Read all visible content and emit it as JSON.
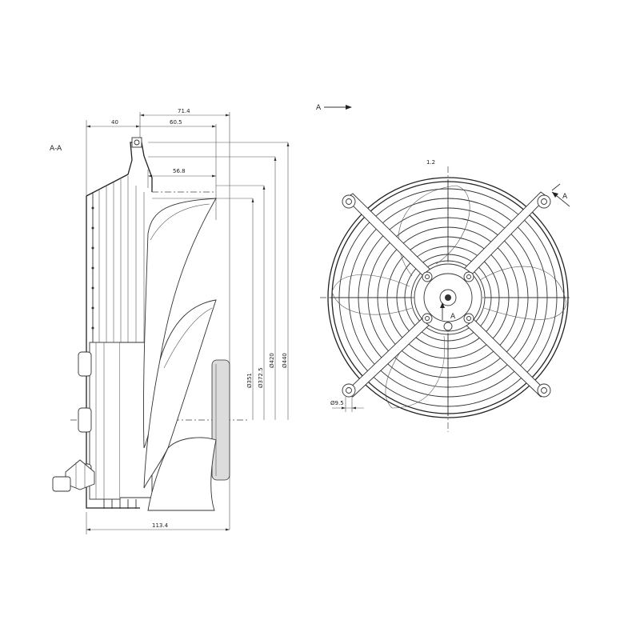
{
  "section_label": "A-A",
  "view_label": "A",
  "side_view": {
    "dims_top": [
      "71.4",
      "40",
      "60.5",
      "56.8"
    ],
    "dims_bottom": "113.4",
    "diameters": [
      "Ø351",
      "Ø372.5",
      "Ø420",
      "Ø440"
    ]
  },
  "front_view": {
    "top_label": "1.2",
    "hole_dim": "Ø9.5",
    "section_marker": "A",
    "center_marker": "A"
  }
}
